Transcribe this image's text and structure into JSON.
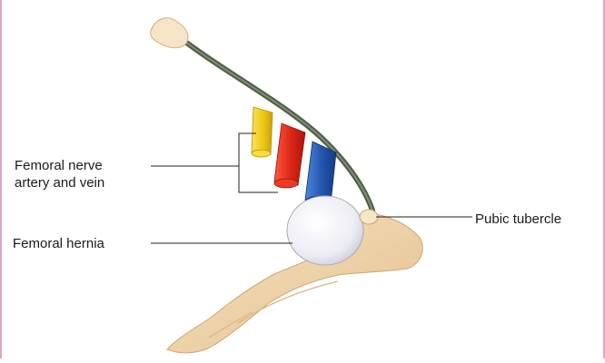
{
  "labels": {
    "femoral_nerve": "Femoral nerve",
    "artery_vein": "artery and vein",
    "femoral_hernia": "Femoral hernia",
    "pubic_tubercle": "Pubic tubercle"
  },
  "colors": {
    "nerve": "#f2d21b",
    "artery": "#e02a1c",
    "vein": "#2459b5",
    "ligament": "#5a6a52",
    "hernia": "#eeeef6",
    "bone": "#f1d8b0",
    "page_border": "#d7a8c8"
  }
}
